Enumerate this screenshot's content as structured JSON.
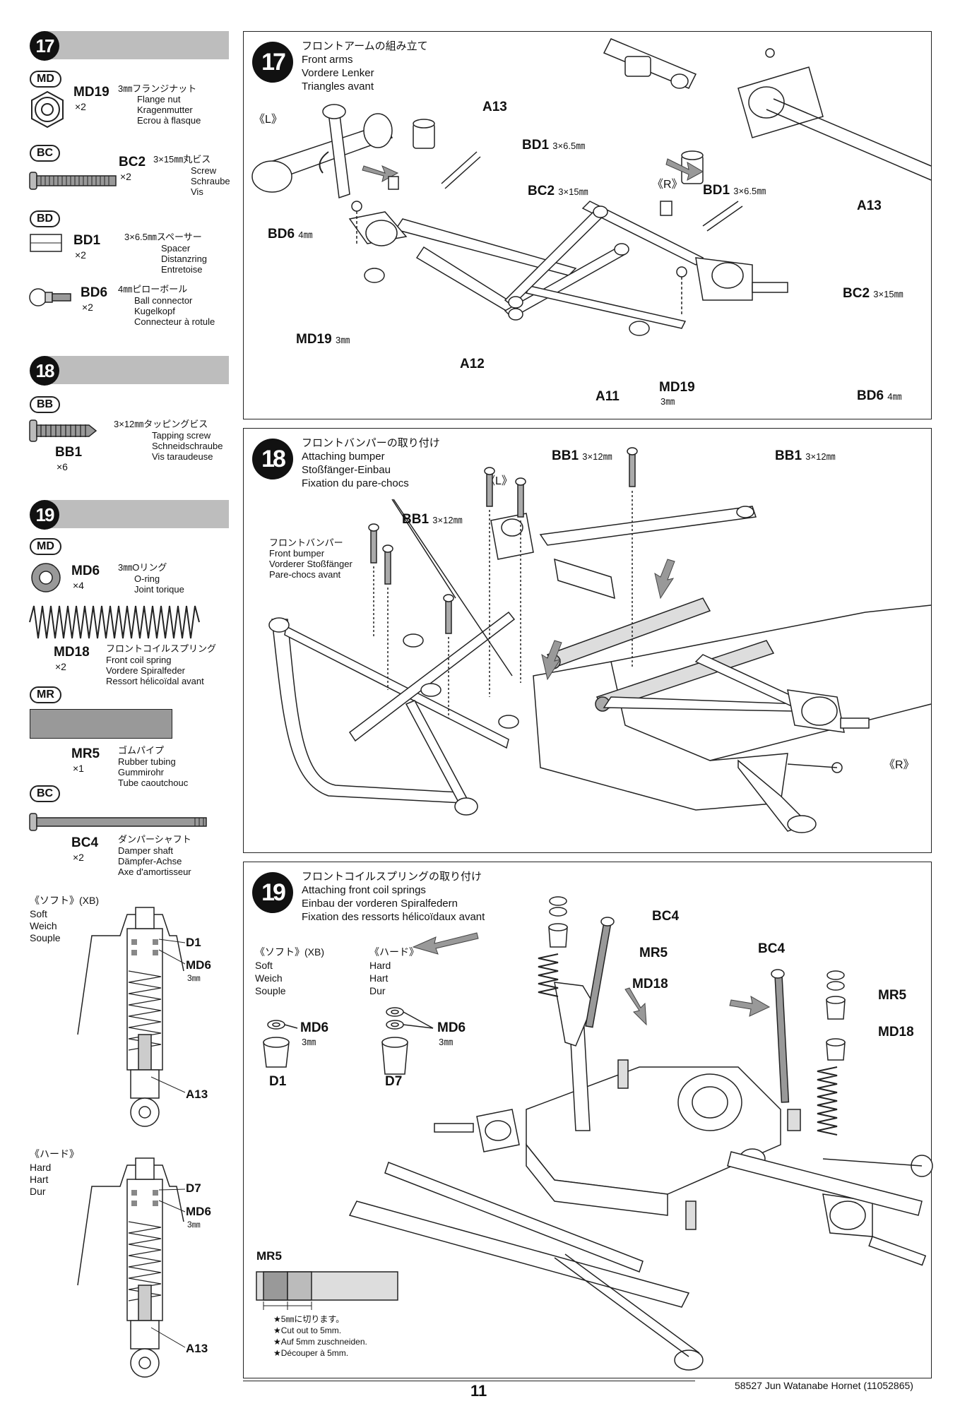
{
  "sidebar": {
    "s17": {
      "num": "17",
      "bag_md": "MD",
      "md19": {
        "code": "MD19",
        "qty": "×2",
        "size": "3㎜フランジナット",
        "en": "Flange nut",
        "de": "Kragenmutter",
        "fr": "Ecrou à flasque"
      },
      "bag_bc": "BC",
      "bc2": {
        "code": "BC2",
        "qty": "×2",
        "size": "3×15㎜丸ビス",
        "en": "Screw",
        "de": "Schraube",
        "fr": "Vis"
      },
      "bag_bd": "BD",
      "bd1": {
        "code": "BD1",
        "qty": "×2",
        "size": "3×6.5㎜スペーサー",
        "en": "Spacer",
        "de": "Distanzring",
        "fr": "Entretoise"
      },
      "bd6": {
        "code": "BD6",
        "qty": "×2",
        "size": "4㎜ピローボール",
        "en": "Ball connector",
        "de": "Kugelkopf",
        "fr": "Connecteur à rotule"
      }
    },
    "s18": {
      "num": "18",
      "bag_bb": "BB",
      "bb1": {
        "code": "BB1",
        "qty": "×6",
        "size": "3×12㎜タッピングビス",
        "en": "Tapping screw",
        "de": "Schneidschraube",
        "fr": "Vis taraudeuse"
      }
    },
    "s19": {
      "num": "19",
      "bag_md": "MD",
      "md6": {
        "code": "MD6",
        "qty": "×4",
        "size": "3㎜Oリング",
        "en": "O-ring",
        "de": "Joint torique"
      },
      "md18": {
        "code": "MD18",
        "qty": "×2",
        "size": "フロントコイルスプリング",
        "en": "Front coil spring",
        "de": "Vordere Spiralfeder",
        "fr": "Ressort hélicoïdal avant"
      },
      "bag_mr": "MR",
      "mr5": {
        "code": "MR5",
        "qty": "×1",
        "size": "ゴムパイプ",
        "en": "Rubber tubing",
        "de": "Gummirohr",
        "fr": "Tube caoutchouc"
      },
      "bag_bc": "BC",
      "bc4": {
        "code": "BC4",
        "qty": "×2",
        "size": "ダンパーシャフト",
        "en": "Damper shaft",
        "de": "Dämpfer-Achse",
        "fr": "Axe d'amortisseur"
      }
    },
    "soft": {
      "jp": "《ソフト》(XB)",
      "en": "Soft",
      "de": "Weich",
      "fr": "Souple",
      "d": "D1",
      "md6": "MD6",
      "mm": "3㎜",
      "a13": "A13"
    },
    "hard": {
      "jp": "《ハード》",
      "en": "Hard",
      "de": "Hart",
      "fr": "Dur",
      "d": "D7",
      "md6": "MD6",
      "mm": "3㎜",
      "a13": "A13"
    }
  },
  "panel17": {
    "num": "17",
    "title_jp": "フロントアームの組み立て",
    "title_en": "Front arms",
    "title_de": "Vordere Lenker",
    "title_fr": "Triangles avant",
    "left": "《L》",
    "right": "《R》",
    "labels": {
      "a13a": "A13",
      "bd1a": "BD1",
      "bd1a_s": "3×6.5㎜",
      "bc2a": "BC2",
      "bc2a_s": "3×15㎜",
      "bd6a": "BD6",
      "bd6a_s": "4㎜",
      "md19a": "MD19",
      "md19a_s": "3㎜",
      "a12": "A12",
      "a11": "A11",
      "md19b": "MD19",
      "md19b_s": "3㎜",
      "bd1b": "BD1",
      "bd1b_s": "3×6.5㎜",
      "a13b": "A13",
      "bc2b": "BC2",
      "bc2b_s": "3×15㎜",
      "bd6b": "BD6",
      "bd6b_s": "4㎜"
    }
  },
  "panel18": {
    "num": "18",
    "title_jp": "フロントバンパーの取り付け",
    "title_en": "Attaching bumper",
    "title_de": "Stoßfänger-Einbau",
    "title_fr": "Fixation du pare-chocs",
    "left": "《L》",
    "right": "《R》",
    "bumper": {
      "jp": "フロントバンパー",
      "en": "Front bumper",
      "de": "Vorderer Stoßfänger",
      "fr": "Pare-chocs avant"
    },
    "labels": {
      "bb1a": "BB1",
      "bb1b": "BB1",
      "bb1c": "BB1",
      "size": "3×12㎜"
    }
  },
  "panel19": {
    "num": "19",
    "title_jp": "フロントコイルスプリングの取り付け",
    "title_en": "Attaching front coil springs",
    "title_de": "Einbau der vorderen Spiralfedern",
    "title_fr": "Fixation des ressorts hélicoïdaux avant",
    "soft": {
      "jp": "《ソフト》(XB)",
      "en": "Soft",
      "de": "Weich",
      "fr": "Souple",
      "md6": "MD6",
      "mm": "3㎜",
      "d": "D1"
    },
    "hard": {
      "jp": "《ハード》",
      "en": "Hard",
      "de": "Hart",
      "fr": "Dur",
      "md6": "MD6",
      "mm": "3㎜",
      "d": "D7"
    },
    "labels": {
      "bc4a": "BC4",
      "mr5a": "MR5",
      "md18a": "MD18",
      "bc4b": "BC4",
      "mr5b": "MR5",
      "md18b": "MD18"
    },
    "mr5_cut": {
      "title": "MR5",
      "jp": "★5㎜に切ります。",
      "en": "★Cut out to 5mm.",
      "de": "★Auf 5mm zuschneiden.",
      "fr": "★Découper à 5mm."
    }
  },
  "footer": {
    "page": "11",
    "code": "58527 Jun Watanabe Hornet (11052865)"
  }
}
